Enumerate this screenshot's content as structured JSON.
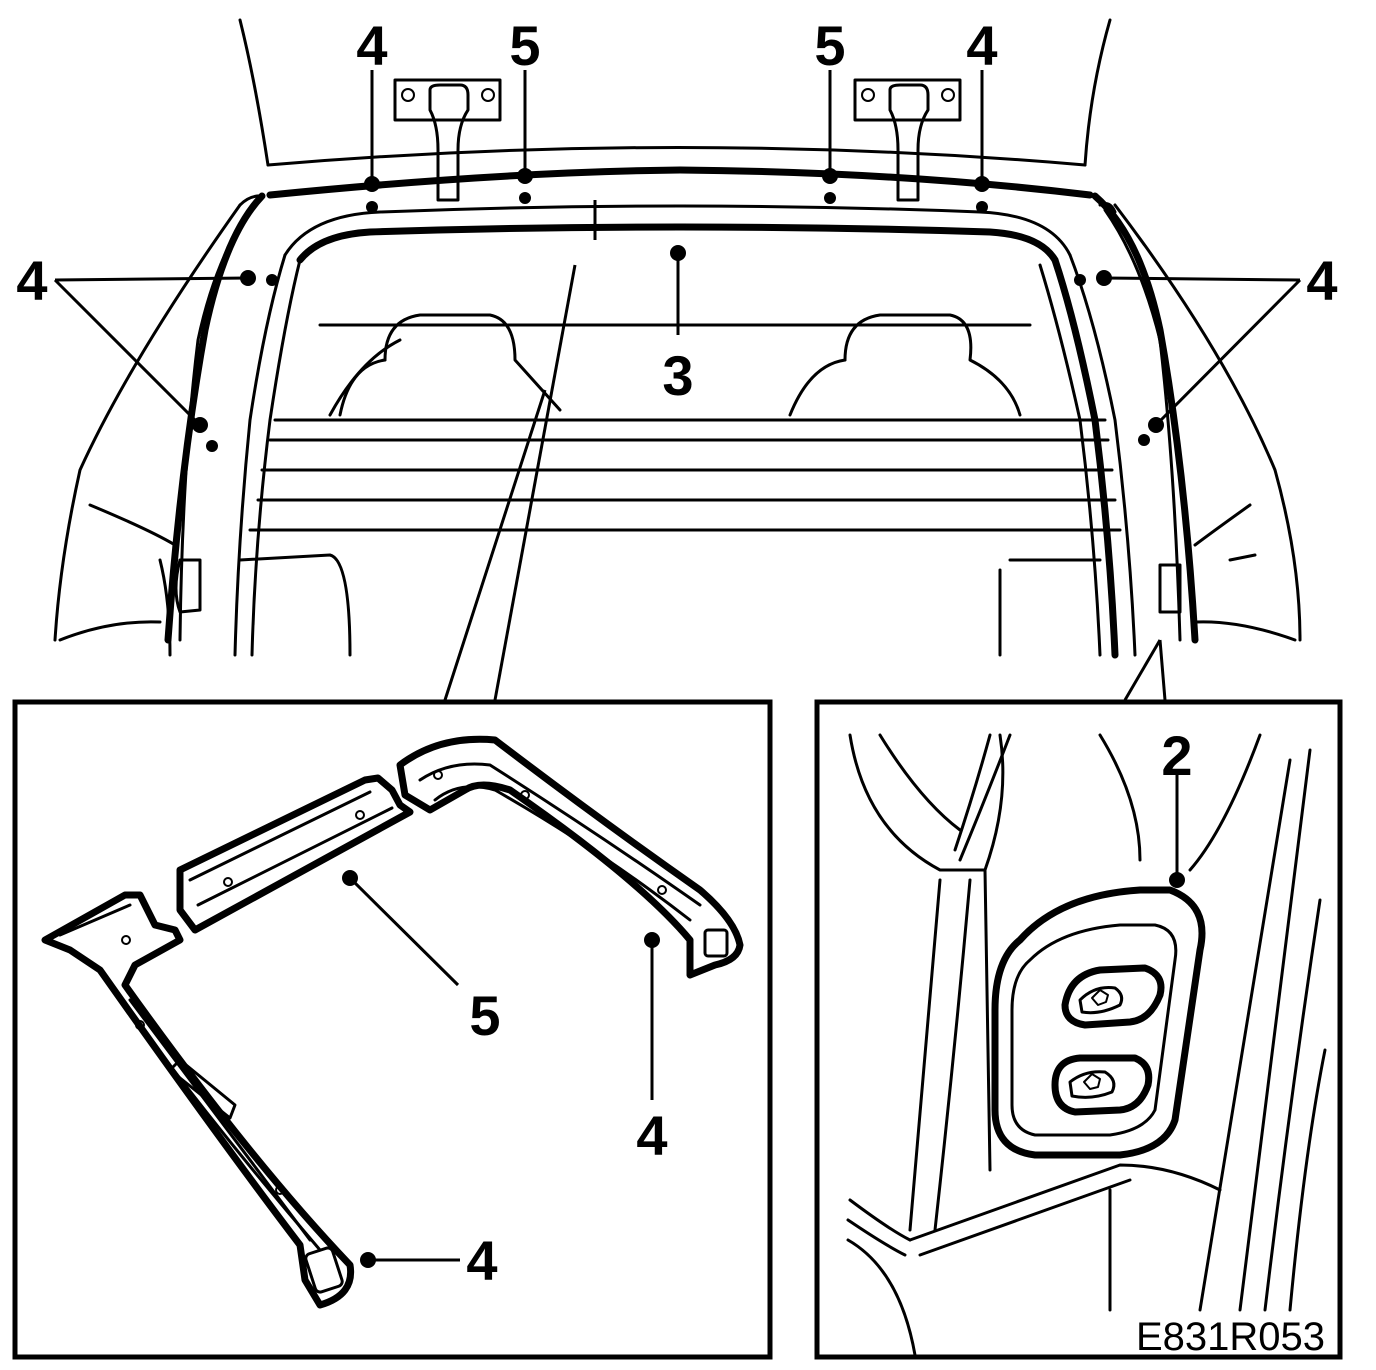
{
  "figure": {
    "reference_code": "E831R053",
    "callouts": {
      "top_left_4": "4",
      "top_left_5": "5",
      "top_right_5": "5",
      "top_right_4": "4",
      "side_left_4": "4",
      "side_right_4": "4",
      "center_3": "3",
      "detail_left_5": "5",
      "detail_left_4_right": "4",
      "detail_left_4_bottom": "4",
      "detail_right_2": "2"
    }
  }
}
